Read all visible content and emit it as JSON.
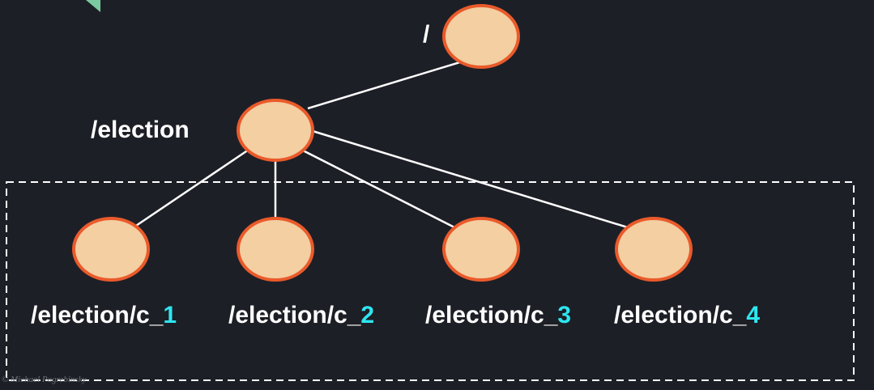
{
  "tree": {
    "root": {
      "label": "/"
    },
    "election": {
      "label": "/election"
    },
    "children": [
      {
        "prefix": "/election/c_",
        "suffix": "1"
      },
      {
        "prefix": "/election/c_",
        "suffix": "2"
      },
      {
        "prefix": "/election/c_",
        "suffix": "3"
      },
      {
        "prefix": "/election/c_",
        "suffix": "4"
      }
    ]
  },
  "watermark": "© Michael Pogrebinsky",
  "colors": {
    "background": "#1d1f26",
    "node_fill": "#f3cfa2",
    "node_stroke": "#ea5a2b",
    "edge": "#ffffff",
    "label": "#ffffff",
    "suffix": "#2ee6f0",
    "corner_mark": "#7bc9a0"
  }
}
